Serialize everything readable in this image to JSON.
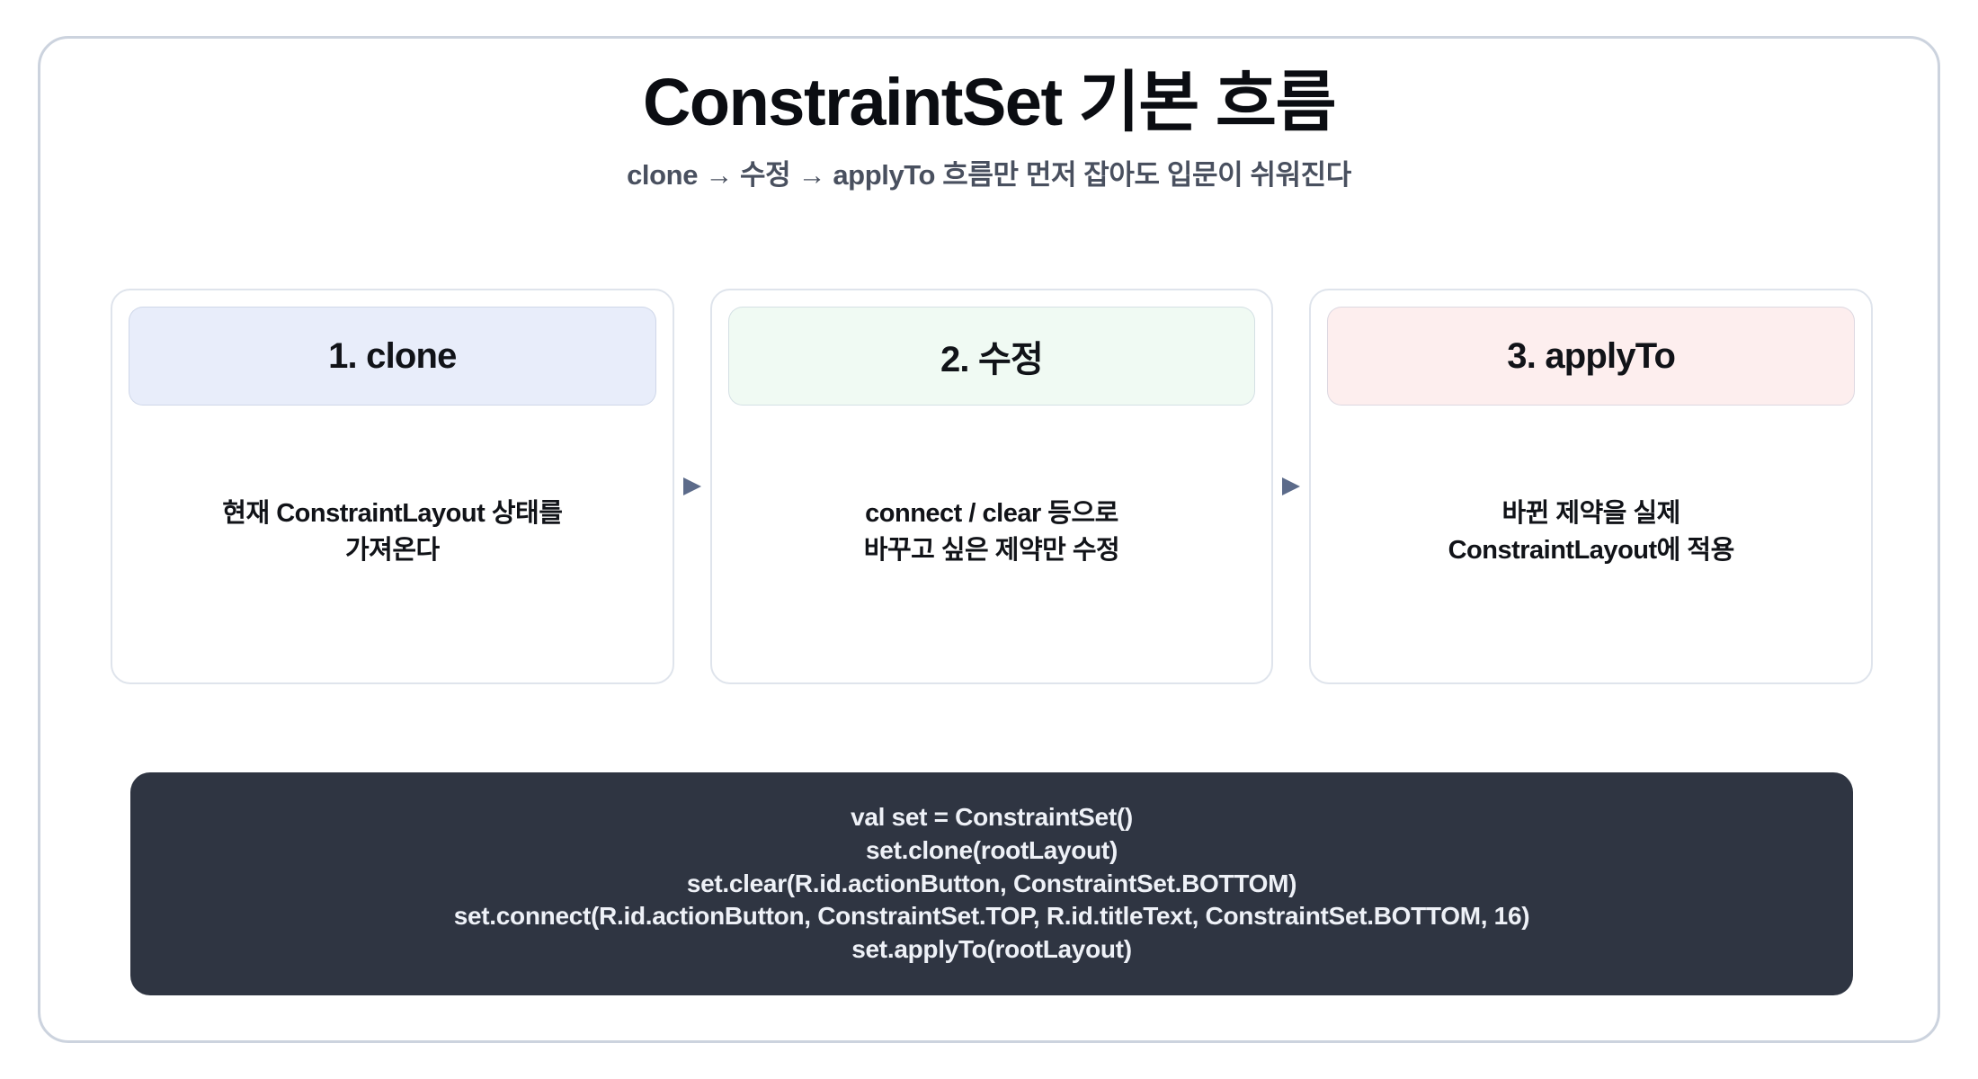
{
  "header": {
    "title": "ConstraintSet 기본 흐름",
    "subtitle": "clone → 수정 → applyTo 흐름만 먼저 잡아도 입문이 쉬워진다"
  },
  "steps": [
    {
      "label": "1. clone",
      "body": "현재 ConstraintLayout 상태를\n가져온다",
      "tint": "#e8edfa",
      "tint_name": "blue"
    },
    {
      "label": "2. 수정",
      "body": "connect / clear 등으로\n바꾸고 싶은 제약만 수정",
      "tint": "#f0faf3",
      "tint_name": "green"
    },
    {
      "label": "3. applyTo",
      "body": "바뀐 제약을 실제\nConstraintLayout에 적용",
      "tint": "#fdeeee",
      "tint_name": "pink"
    }
  ],
  "arrows": [
    {
      "icon": "arrow-right-triangle-icon"
    },
    {
      "icon": "arrow-right-triangle-icon"
    }
  ],
  "code_block": {
    "lines": [
      "val set = ConstraintSet()",
      "set.clone(rootLayout)",
      "set.clear(R.id.actionButton, ConstraintSet.BOTTOM)",
      "set.connect(R.id.actionButton, ConstraintSet.TOP, R.id.titleText, ConstraintSet.BOTTOM, 16)",
      "set.applyTo(rootLayout)"
    ]
  },
  "colors": {
    "page_background": "#ffffff",
    "frame_border": "#ccd3de",
    "card_border": "#dfe4ec",
    "title_text": "#0b0d12",
    "subtitle_text": "#49505f",
    "arrow": "#5c6b8a",
    "code_background": "#2f3542",
    "code_text": "#eef1f7"
  }
}
